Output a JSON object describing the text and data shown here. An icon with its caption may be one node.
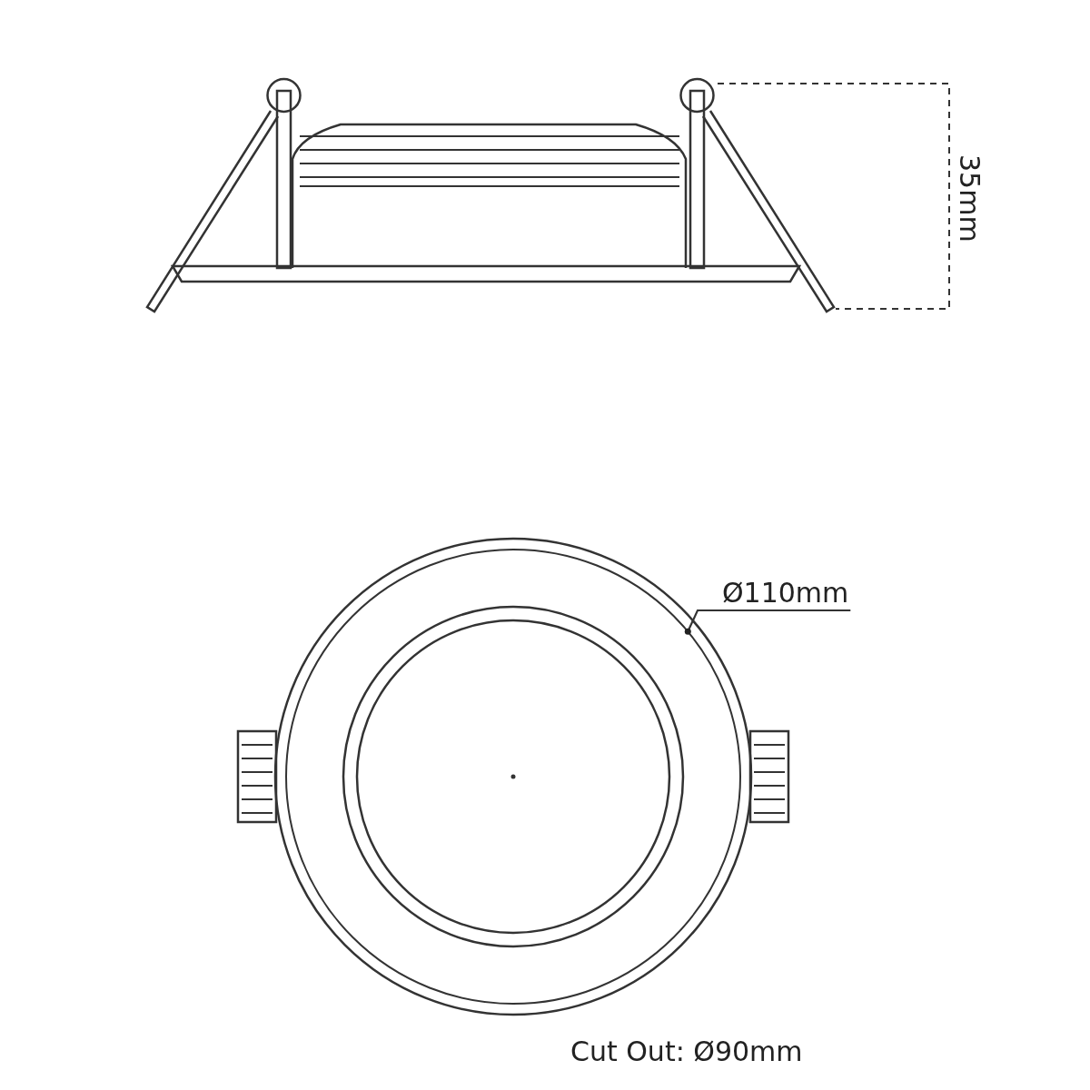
{
  "diagram": {
    "nodes": [
      {
        "text": [
          "Ø110mm"
        ]
      },
      {
        "text": [],
        "shape": "circle"
      }
    ],
    "edges": [
      {
        "from": 0,
        "to": 1,
        "arrow": "other"
      }
    ],
    "labels": [
      "35mm",
      "Cut Out: Ø90mm"
    ]
  }
}
